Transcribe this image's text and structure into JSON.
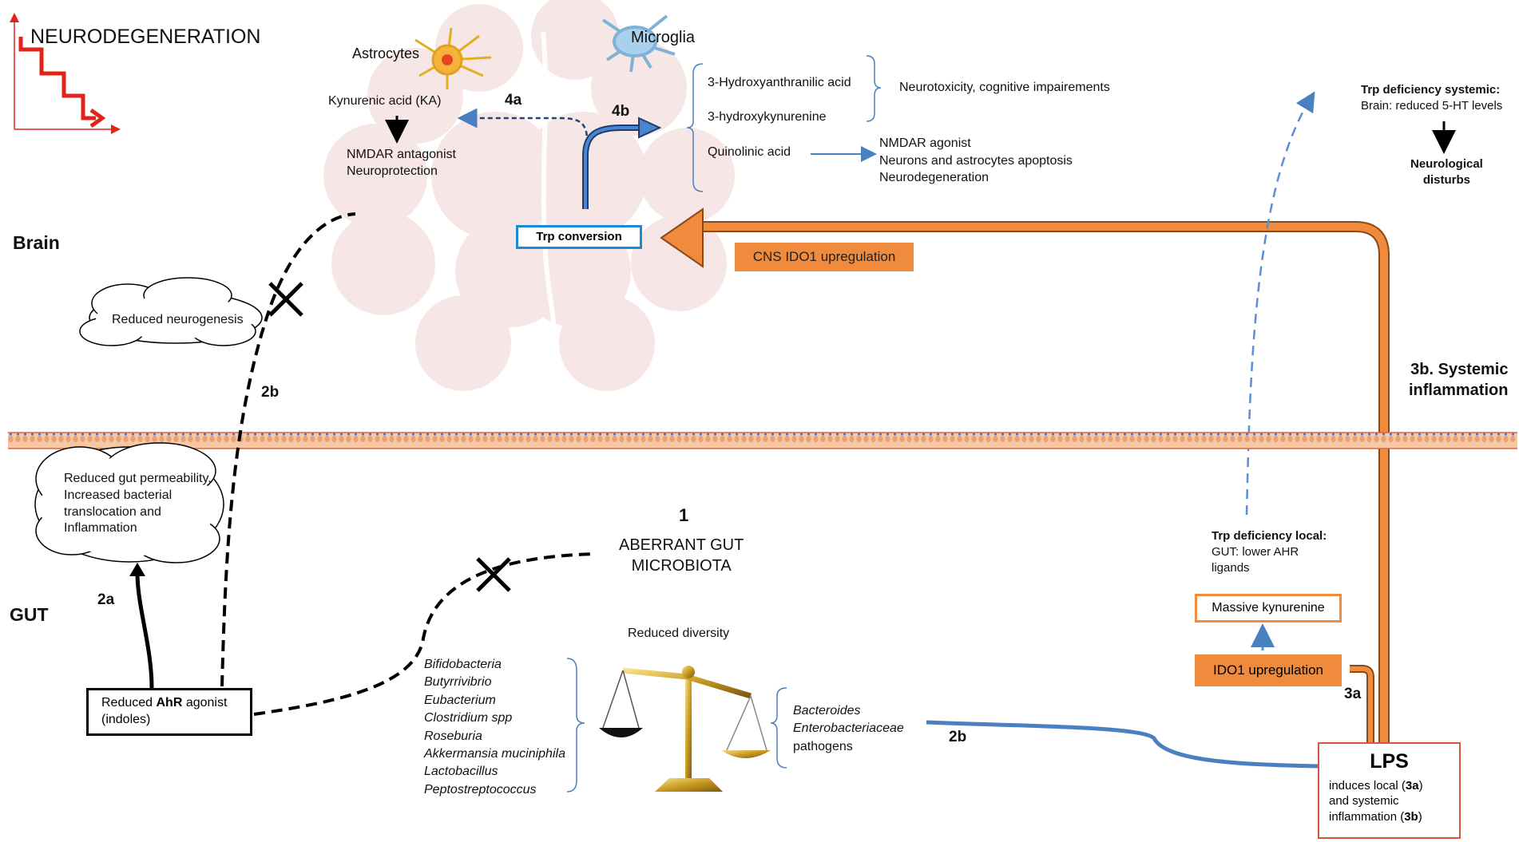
{
  "title": "NEURODEGENERATION",
  "regions": {
    "brain": "Brain",
    "gut": "GUT"
  },
  "brain_section": {
    "astrocytes": "Astrocytes",
    "microglia": "Microglia",
    "kynurenic_acid": "Kynurenic acid (KA)",
    "nmdar_antagonist": [
      "NMDAR antagonist",
      "Neuroprotection"
    ],
    "label_4a": "4a",
    "label_4b": "4b",
    "metabolites": [
      "3-Hydroxyanthranilic acid",
      "3-hydroxykynurenine",
      "Quinolinic acid"
    ],
    "neurotoxicity": "Neurotoxicity, cognitive impairements",
    "quinolinic_effects": [
      "NMDAR agonist",
      "Neurons and astrocytes apoptosis",
      "Neurodegeneration"
    ],
    "trp_conversion": "Trp conversion",
    "cns_ido1": "CNS IDO1 upregulation",
    "reduced_neurogenesis": "Reduced neurogenesis",
    "label_2b_upper": "2b"
  },
  "systemic": {
    "trp_deficiency_title": "Trp deficiency systemic:",
    "trp_deficiency_text": "Brain: reduced 5-HT levels",
    "neuro_disturbs": [
      "Neurological",
      "disturbs"
    ],
    "label_3b": [
      "3b. Systemic",
      "inflammation"
    ]
  },
  "gut_section": {
    "cloud_text": [
      "Reduced gut permeability,",
      "Increased bacterial",
      "translocation and",
      "Inflammation"
    ],
    "label_2a": "2a",
    "ahr_prefix": "Reduced ",
    "ahr_bold": "AhR",
    "ahr_suffix": " agonist",
    "ahr_line2": "(indoles)",
    "label_1": "1",
    "aberrant": [
      "ABERRANT GUT",
      "MICROBIOTA"
    ],
    "reduced_diversity": "Reduced diversity",
    "beneficial_bacteria": [
      "Bifidobacteria",
      "Butyrrivibrio",
      "Eubacterium",
      "Clostridium spp",
      "Roseburia",
      "Akkermansia muciniphila",
      "Lactobacillus",
      "Peptostreptococcus"
    ],
    "harmful_bacteria": [
      "Bacteroides",
      "Enterobacteriaceae",
      "pathogens"
    ],
    "label_2b_lower": "2b",
    "trp_local_title": "Trp deficiency local:",
    "trp_local_text": [
      "GUT: lower AHR",
      "ligands"
    ],
    "massive_kynurenine": "Massive kynurenine",
    "ido1_upregulation": "IDO1 upregulation",
    "label_3a": "3a",
    "lps_title": "LPS",
    "lps_line1_prefix": "induces local (",
    "lps_line1_bold": "3a",
    "lps_line1_suffix": ")",
    "lps_line2": "and systemic",
    "lps_line3_prefix": "inflammation (",
    "lps_line3_bold": "3b",
    "lps_line3_suffix": ")"
  },
  "colors": {
    "red": "#e2231a",
    "orange": "#f08a3c",
    "blue": "#4a7fc0",
    "dash_blue": "#5b8ed6",
    "brain_pink": "#f4dede"
  }
}
